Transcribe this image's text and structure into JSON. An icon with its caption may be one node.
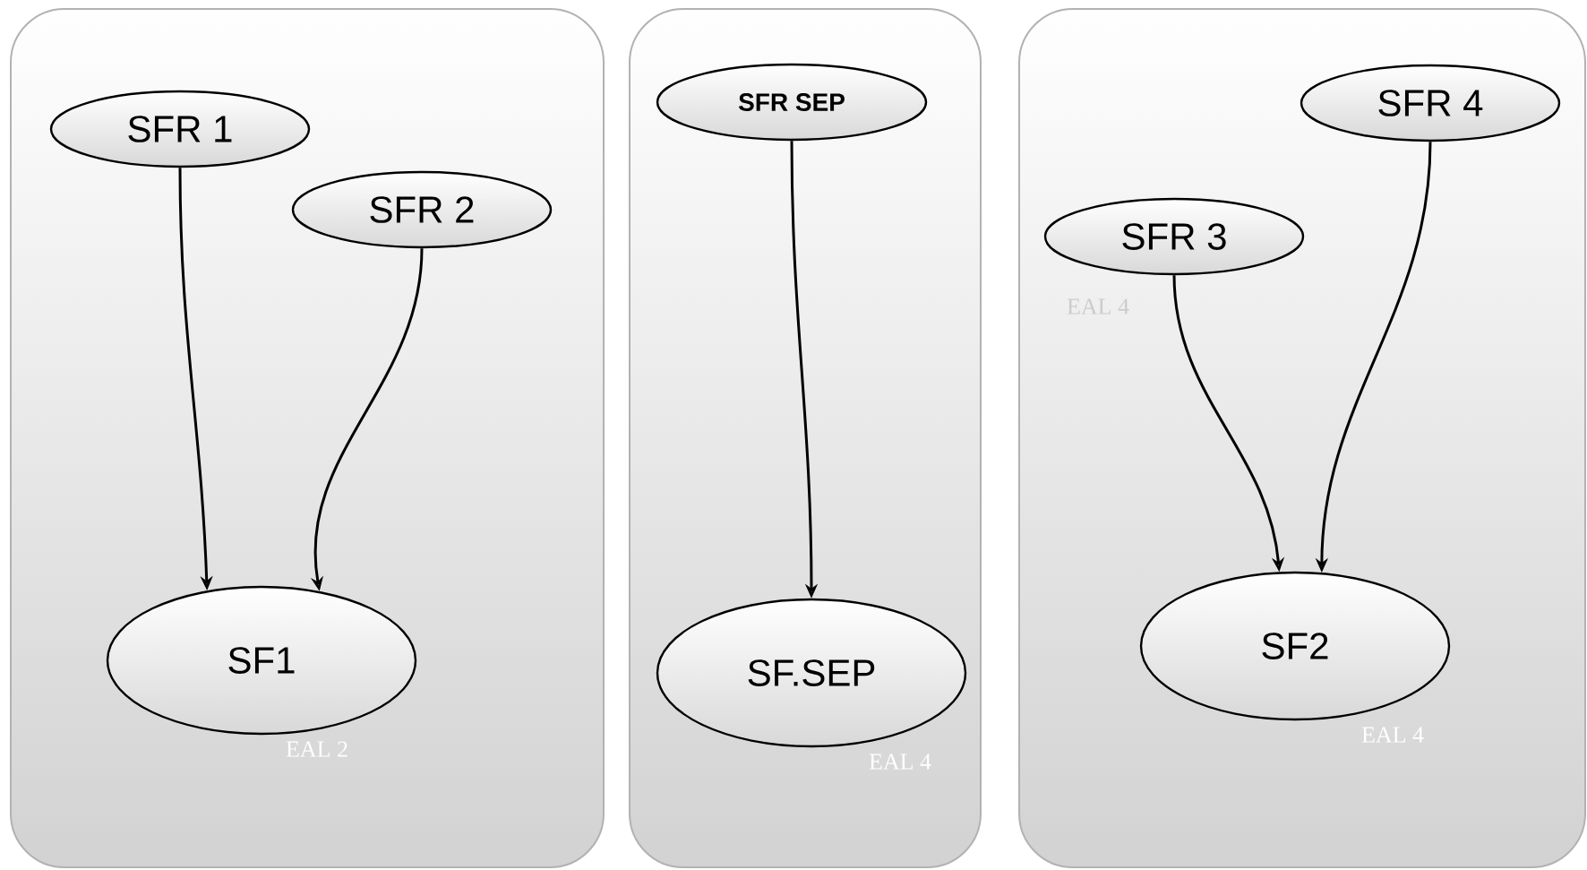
{
  "diagram": {
    "nodes": [
      {
        "text": [
          "EAL 2"
        ]
      },
      {
        "text": [
          "SFR 1"
        ],
        "in": 0
      },
      {
        "text": [
          "SFR 2"
        ],
        "in": 0
      },
      {
        "text": [
          "SF1"
        ],
        "in": 0
      },
      {
        "text": [
          "EAL 4"
        ]
      },
      {
        "text": [
          "**SFR SEP**"
        ],
        "in": 4
      },
      {
        "text": [
          "SF.SEP"
        ],
        "in": 4
      },
      {
        "text": [
          "EAL 4",
          "EAL 4"
        ]
      },
      {
        "text": [
          "SFR 3"
        ],
        "in": 7
      },
      {
        "text": [
          "SFR 4"
        ],
        "in": 7
      },
      {
        "text": [
          "SF2"
        ],
        "in": 7
      }
    ],
    "edges": [
      {
        "from": 1,
        "to": 3,
        "arrow": "to"
      },
      {
        "from": 2,
        "to": 3,
        "arrow": "to"
      },
      {
        "from": 5,
        "to": 6,
        "arrow": "to"
      },
      {
        "from": 8,
        "to": 10,
        "arrow": "to"
      },
      {
        "from": 9,
        "to": 10,
        "arrow": "to"
      }
    ]
  }
}
